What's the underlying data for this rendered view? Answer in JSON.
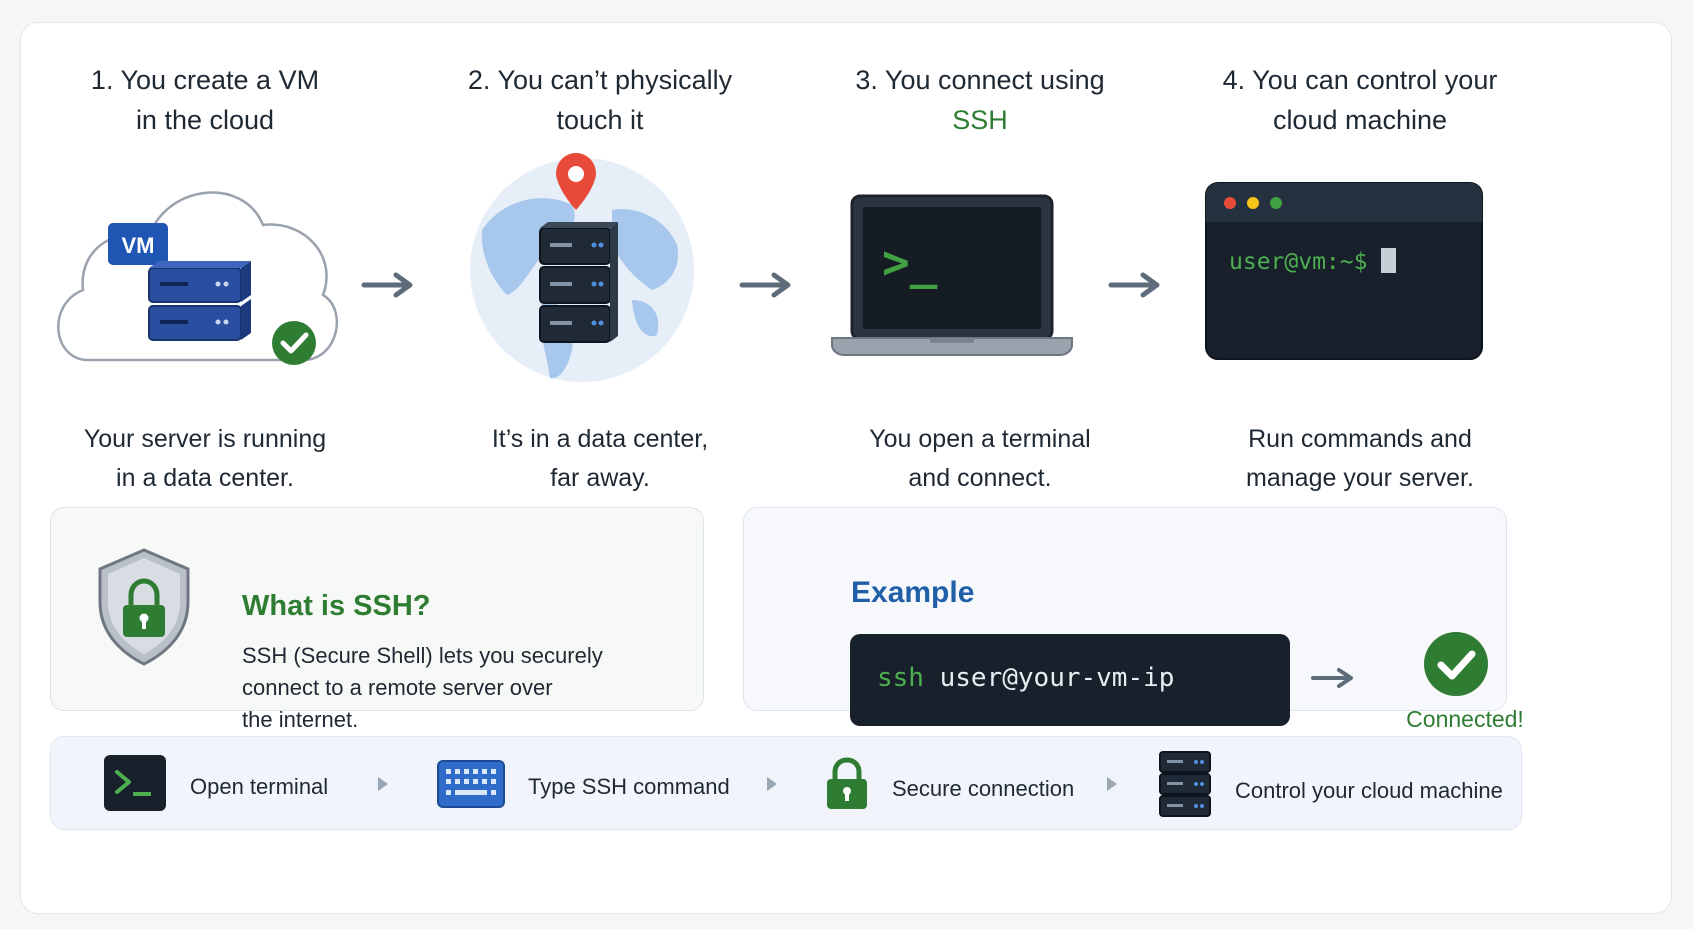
{
  "steps": [
    {
      "title_line1": "1. You create a VM",
      "title_line2": "in the cloud",
      "desc_line1": "Your server is running",
      "desc_line2": "in a data center."
    },
    {
      "title_line1": "2. You can’t physically",
      "title_line2": "touch it",
      "desc_line1": "It’s in a data center,",
      "desc_line2": "far away."
    },
    {
      "title_line1": "3. You connect using",
      "title_line2": "SSH",
      "desc_line1": "You open a terminal",
      "desc_line2": "and connect."
    },
    {
      "title_line1": "4. You can control your",
      "title_line2": "cloud machine",
      "desc_line1": "Run commands and",
      "desc_line2": "manage your server."
    }
  ],
  "vm_badge": "VM",
  "terminal_prompt": ">_",
  "terminal_line": "user@vm:~$",
  "ssh_info": {
    "title": "What is SSH?",
    "line1": "SSH (Secure Shell) lets you securely",
    "line2": "connect to a remote server over",
    "line3": "the internet."
  },
  "example": {
    "title": "Example",
    "command_keyword": "ssh",
    "command_arg": " user@your-vm-ip",
    "result": "Connected!"
  },
  "strip": [
    {
      "label": "Open terminal",
      "icon": "terminal-icon"
    },
    {
      "label": "Type SSH command",
      "icon": "keyboard-icon"
    },
    {
      "label": "Secure connection",
      "icon": "lock-icon"
    },
    {
      "label": "Control your cloud machine",
      "icon": "server-icon"
    }
  ],
  "colors": {
    "green": "#2e7d32",
    "blue": "#1f5fa8",
    "dark": "#18212b",
    "navy_server": "#2b4fa0"
  }
}
